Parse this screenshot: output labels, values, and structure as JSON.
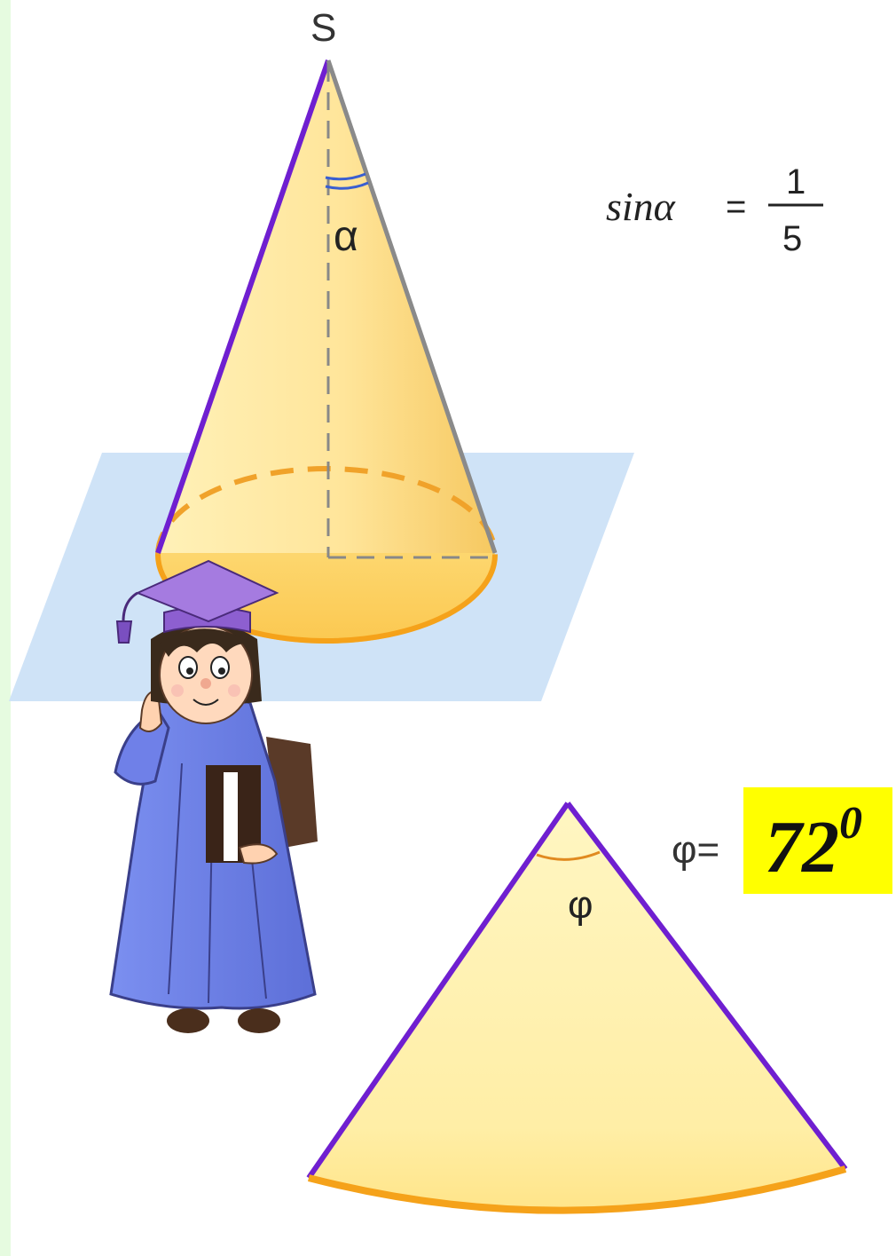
{
  "cone": {
    "apex_label": "S",
    "angle_label": "α"
  },
  "formula": {
    "lhs": "sinα",
    "equals": "=",
    "numerator": "1",
    "denominator": "5"
  },
  "sector": {
    "angle_label": "φ"
  },
  "answer": {
    "prefix": "φ=",
    "value": "72",
    "superscript": "0"
  },
  "colors": {
    "edge_purple": "#6f1fd0",
    "cone_fill": "#ffe08a",
    "base_orange": "#f5a21a",
    "plane_blue": "#cfe3f7",
    "angle_arc_blue": "#3a5fd0",
    "sector_arc_orange": "#e08a20",
    "answer_highlight": "#ffff00",
    "left_strip_green": "#e6fbe0"
  }
}
